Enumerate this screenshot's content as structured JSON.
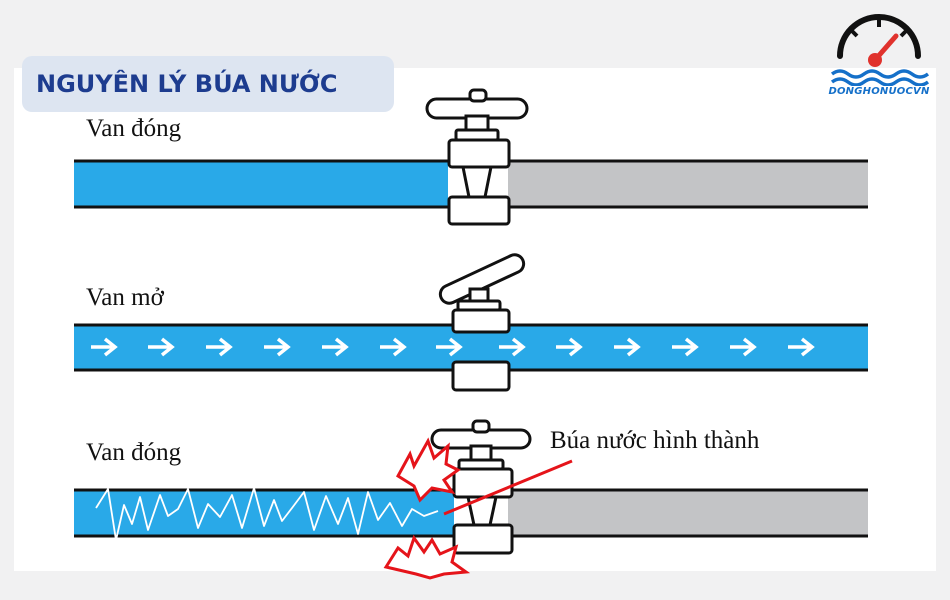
{
  "header": {
    "title": "NGUYÊN LÝ BÚA NƯỚC"
  },
  "logo": {
    "text": "DONGHONUOCVN"
  },
  "rows": [
    {
      "label": "Van đóng"
    },
    {
      "label": "Van mở"
    },
    {
      "label": "Van đóng",
      "annotation": "Búa nước hình thành"
    }
  ],
  "colors": {
    "water": "#29a9e8",
    "empty_pipe": "#c3c4c6",
    "shock": "#e5141a",
    "title": "#1d3c8f",
    "brand": "#1570c9"
  }
}
